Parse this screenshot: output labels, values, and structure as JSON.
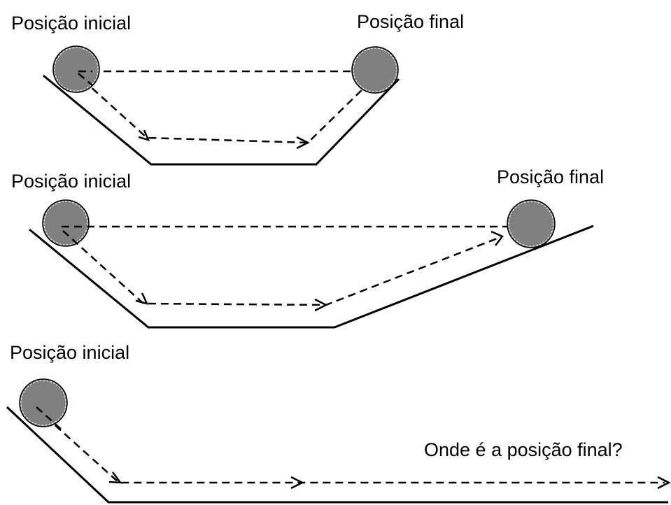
{
  "scenarios": [
    {
      "initial_label": "Posição inicial",
      "final_label": "Posição final"
    },
    {
      "initial_label": "Posição inicial",
      "final_label": "Posição final"
    },
    {
      "initial_label": "Posição inicial",
      "question": "Onde é a posição final?"
    }
  ],
  "colors": {
    "ball_fill": "#808080",
    "line": "#000000",
    "background": "#ffffff"
  }
}
